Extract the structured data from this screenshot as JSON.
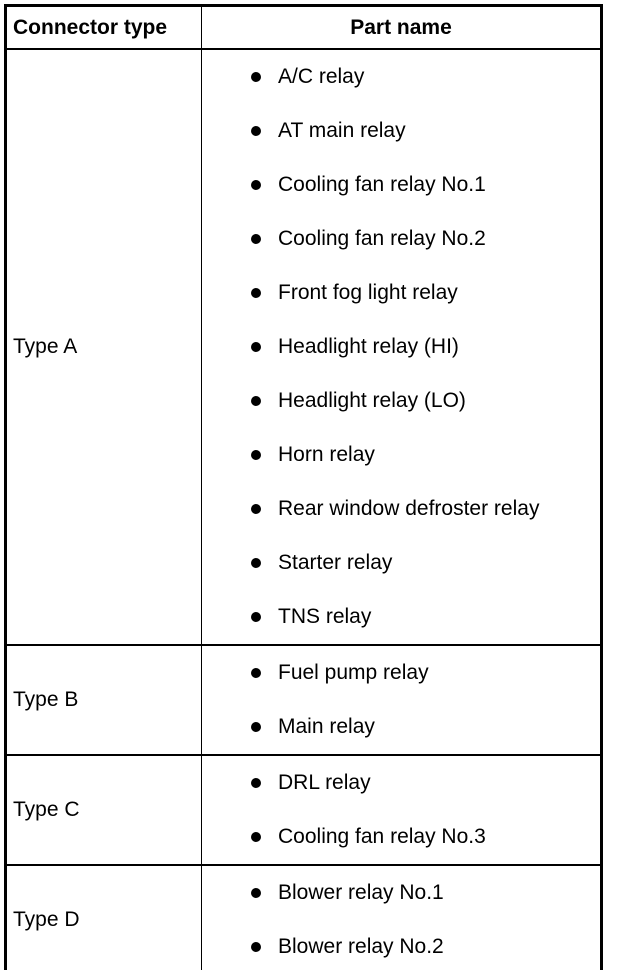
{
  "table": {
    "headers": {
      "connector_type": "Connector type",
      "part_name": "Part name"
    },
    "bullet_glyph": "filled-circle",
    "colors": {
      "border": "#000000",
      "text": "#000000",
      "background": "#ffffff"
    },
    "rows": [
      {
        "type": "Type A",
        "parts": [
          "A/C relay",
          "AT main relay",
          "Cooling fan relay No.1",
          "Cooling fan relay No.2",
          "Front fog light relay",
          "Headlight relay (HI)",
          "Headlight relay (LO)",
          "Horn relay",
          "Rear window defroster relay",
          "Starter relay",
          "TNS relay"
        ]
      },
      {
        "type": "Type B",
        "parts": [
          "Fuel pump relay",
          "Main relay"
        ]
      },
      {
        "type": "Type C",
        "parts": [
          "DRL relay",
          "Cooling fan relay No.3"
        ]
      },
      {
        "type": "Type D",
        "parts": [
          "Blower relay No.1",
          "Blower relay No.2"
        ]
      }
    ]
  }
}
